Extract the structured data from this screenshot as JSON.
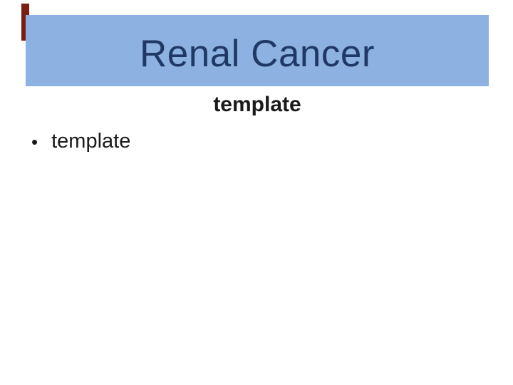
{
  "slide": {
    "title": "Renal Cancer",
    "subtitle": "template",
    "bullet_glyph": "•",
    "bullets": [
      {
        "label": "template"
      }
    ],
    "colors": {
      "background": "#FFFFFF",
      "banner_bg": "#8DB2E2",
      "title_text": "#1F3864",
      "body_text": "#1A1A1A",
      "accent_bar": "#7A1F14"
    }
  }
}
